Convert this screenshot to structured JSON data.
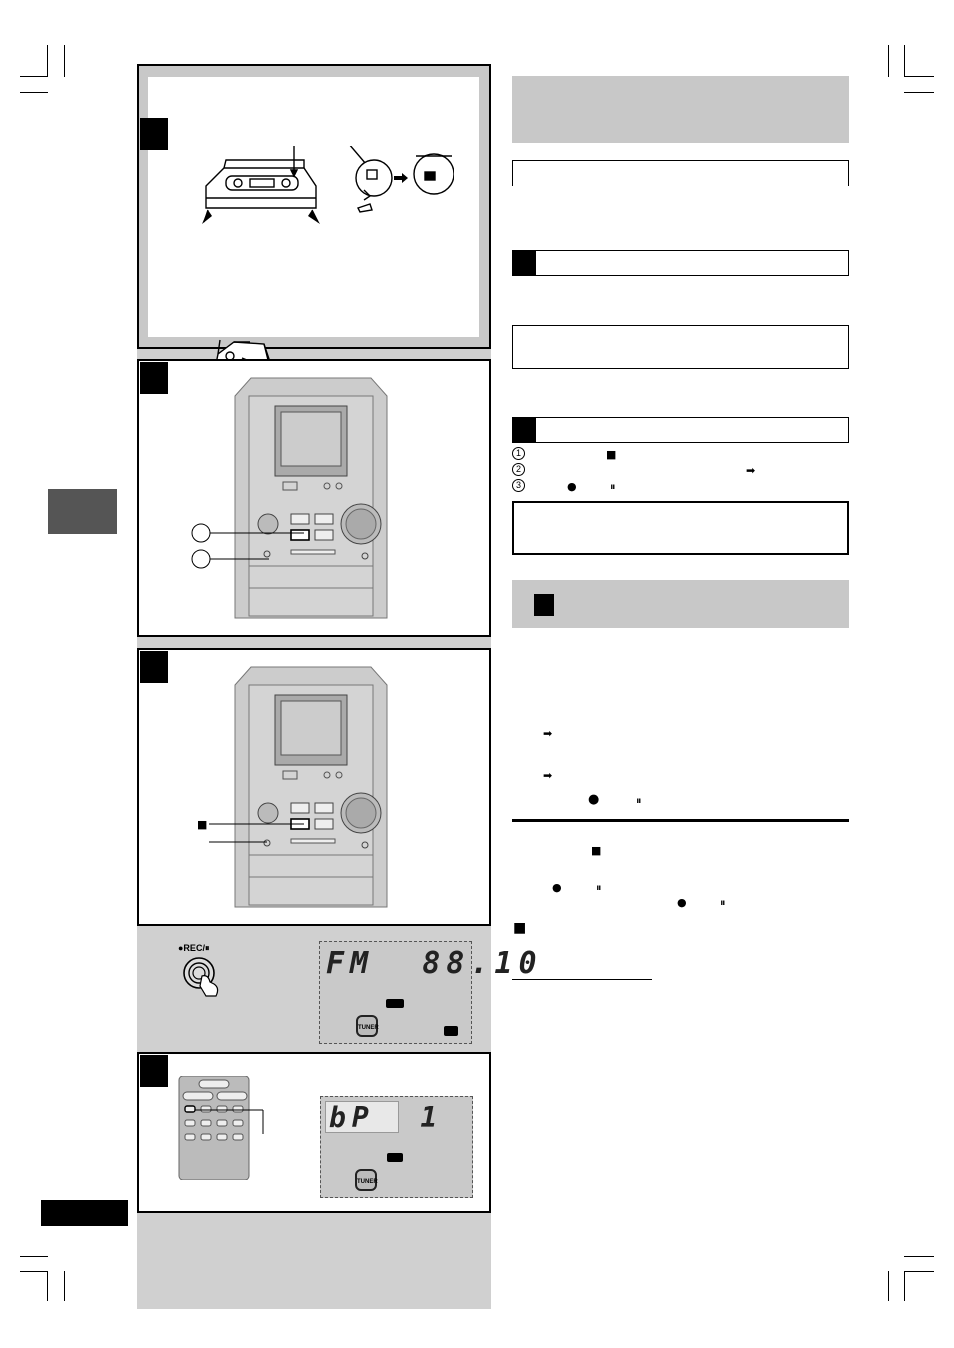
{
  "remote_buttons": {
    "rec_pause_label": "●REC/⏸"
  },
  "displays": {
    "display_1_text": "FM  88.10",
    "display_2_text": "bP  1",
    "tuner_badge": "TUNER"
  },
  "device_buttons": {
    "stop_symbol": "■"
  },
  "steps": [
    {
      "num": "1",
      "symbols": [
        "■"
      ]
    },
    {
      "num": "2",
      "symbols": [
        "➡"
      ]
    },
    {
      "num": "3",
      "symbols": [
        "●",
        "⏸"
      ]
    }
  ],
  "colors": {
    "panel_gray": "#c8c8c8",
    "page_gray": "#d0d0d0",
    "black": "#000000"
  }
}
